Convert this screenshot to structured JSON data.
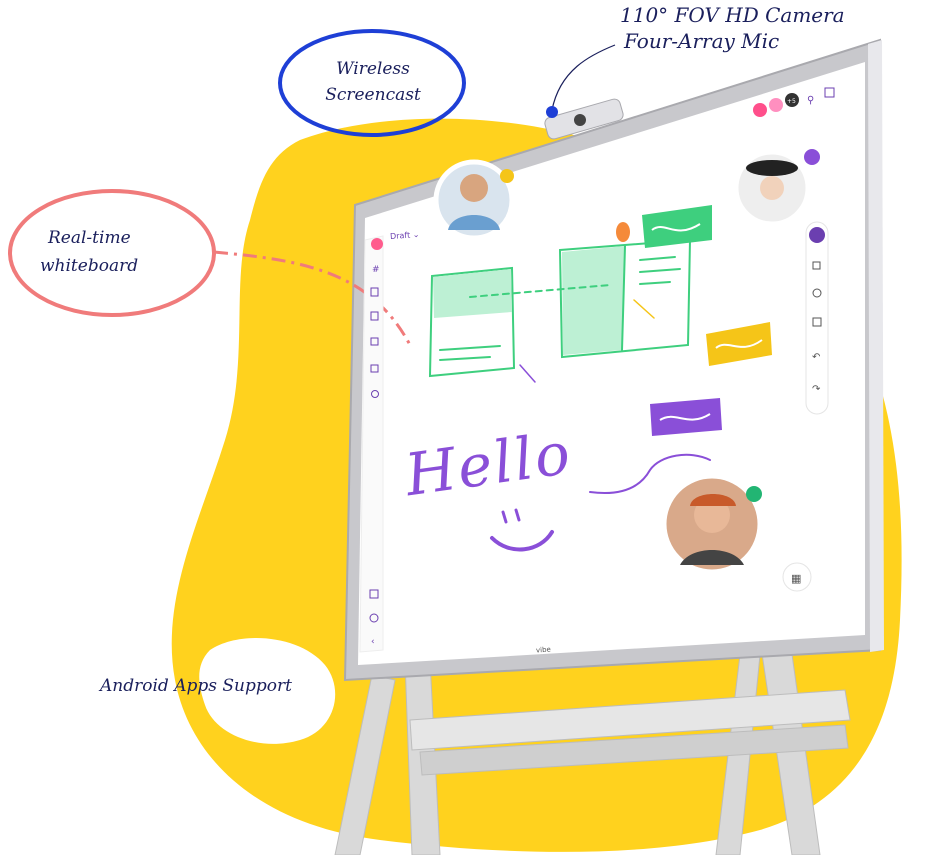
{
  "annotations": {
    "camera_line1": "110° FOV HD Camera",
    "camera_line2": "Four-Array Mic",
    "wireless_line1": "Wireless",
    "wireless_line2": "Screencast",
    "realtime_line1": "Real-time",
    "realtime_line2": "whiteboard",
    "android": "Android Apps Support"
  },
  "board": {
    "handwriting": "Hello",
    "menu_label": "Draft",
    "brand": "vibe",
    "collaborator_count": "+5"
  },
  "colors": {
    "blob_yellow": "#FFD21E",
    "sticky_green": "#3ECF7E",
    "sticky_yellow": "#F5C518",
    "sticky_purple": "#8A4FD8",
    "annotation_blue": "#1E3FD6",
    "annotation_pink": "#F07B7B"
  }
}
